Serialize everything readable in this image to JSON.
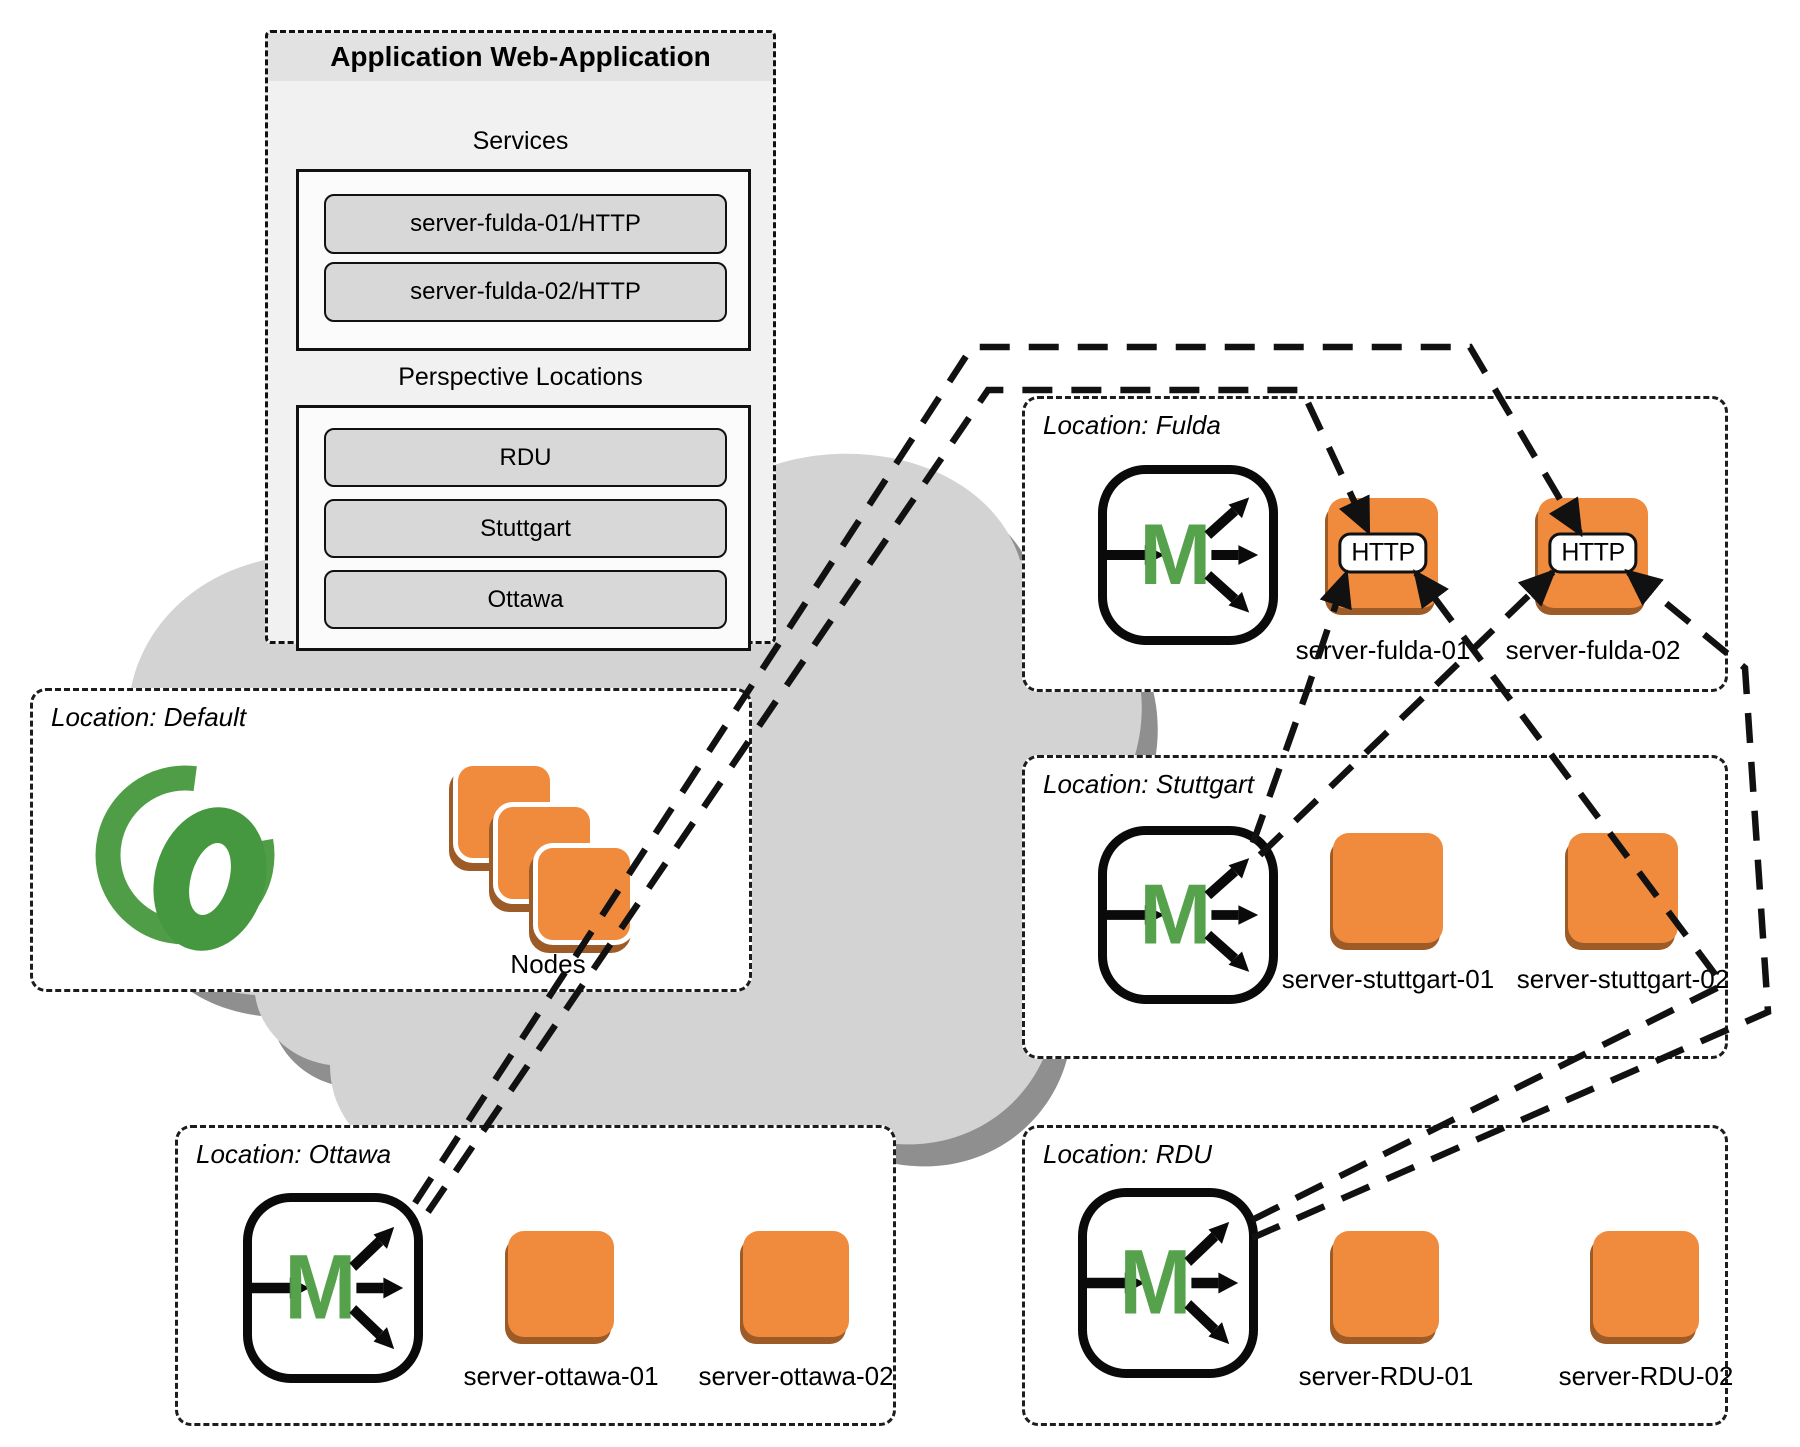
{
  "app_box": {
    "title": "Application Web-Application",
    "services_heading": "Services",
    "services": [
      "server-fulda-01/HTTP",
      "server-fulda-02/HTTP"
    ],
    "perspective_heading": "Perspective Locations",
    "perspective_locations": [
      "RDU",
      "Stuttgart",
      "Ottawa"
    ]
  },
  "marathon_letter": "M",
  "http_label": "HTTP",
  "locations": {
    "default": {
      "label": "Location: Default",
      "nodes_label": "Nodes"
    },
    "fulda": {
      "label": "Location: Fulda",
      "servers": [
        "server-fulda-01",
        "server-fulda-02"
      ]
    },
    "stuttgart": {
      "label": "Location: Stuttgart",
      "servers": [
        "server-stuttgart-01",
        "server-stuttgart-02"
      ]
    },
    "ottawa": {
      "label": "Location: Ottawa",
      "servers": [
        "server-ottawa-01",
        "server-ottawa-02"
      ]
    },
    "rdu": {
      "label": "Location: RDU",
      "servers": [
        "server-RDU-01",
        "server-RDU-02"
      ]
    }
  },
  "colors": {
    "cloud": "#d3d3d3",
    "cloud_shadow": "#8f8f8f",
    "server_orange": "#f08a3d",
    "server_shadow": "#9d5b28",
    "marathon_green": "#56a24c",
    "logo_green_outer": "#4f9e47",
    "logo_green_inner": "#459740",
    "panel_gray": "#d8d8d8",
    "line_black": "#111111"
  }
}
